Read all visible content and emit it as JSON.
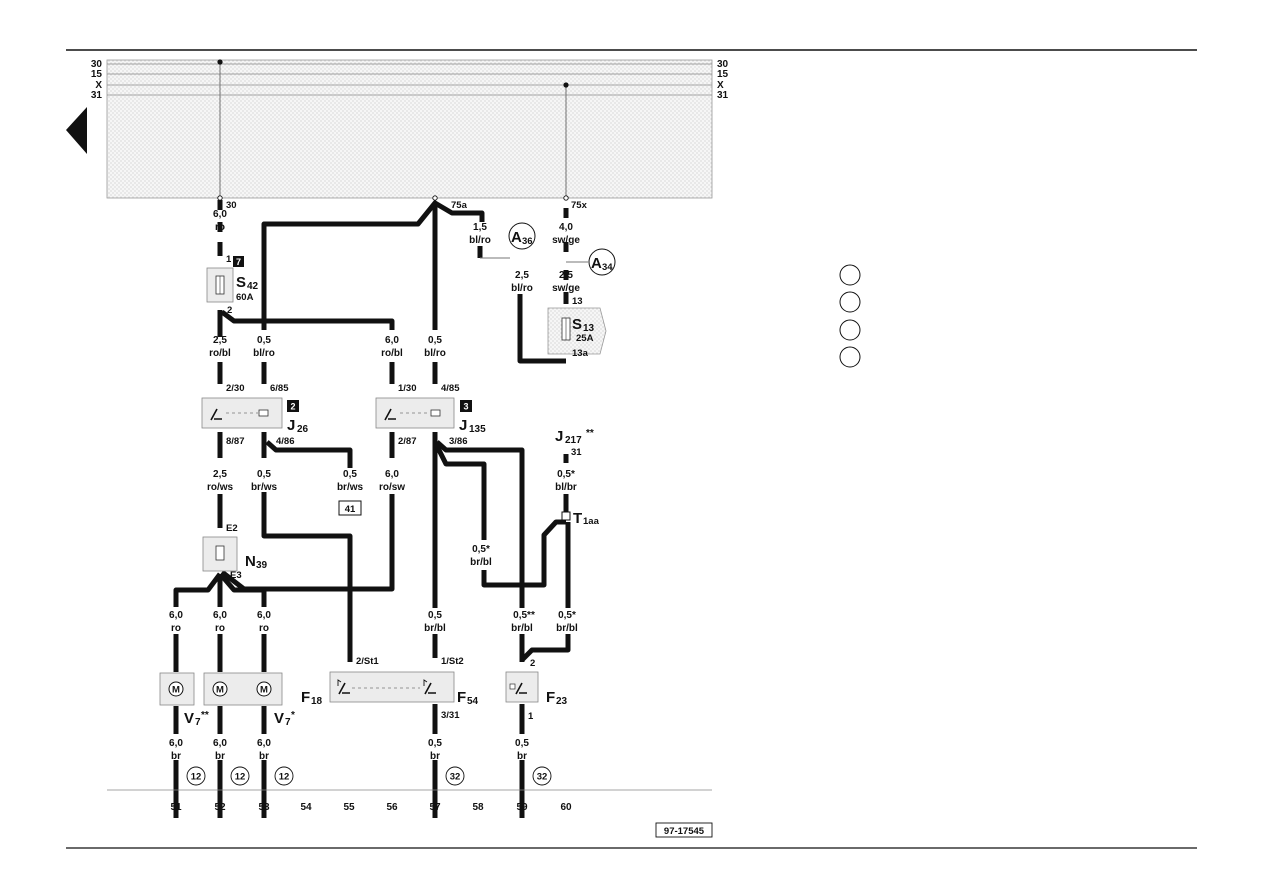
{
  "rails": [
    "30",
    "15",
    "X",
    "31"
  ],
  "ref_number": "97-17545",
  "track_numbers": [
    "51",
    "52",
    "53",
    "54",
    "55",
    "56",
    "57",
    "58",
    "59",
    "60"
  ],
  "terminals": {
    "t30": "30",
    "t75a": "75a",
    "t75x": "75x",
    "s42_in": "1",
    "s42_out": "2",
    "j26_a": "2/30",
    "j26_b": "6/85",
    "j26_c": "8/87",
    "j26_d": "4/86",
    "j135_a": "1/30",
    "j135_b": "4/85",
    "j135_c": "2/87",
    "j135_d": "3/86",
    "n39_in": "E2",
    "n39_out": "E3",
    "s13_in": "13",
    "s13_out": "13a",
    "j217_pin": "31",
    "f18_pin": "2/St1",
    "f54_in": "1/St2",
    "f54_out": "3/31",
    "f23_in": "2",
    "f23_out": "1"
  },
  "wires": {
    "w_30": [
      "6,0",
      "ro"
    ],
    "w_s42_j26": [
      "2,5",
      "ro/bl"
    ],
    "w_j26_85": [
      "0,5",
      "bl/ro"
    ],
    "w_j135_30": [
      "6,0",
      "ro/bl"
    ],
    "w_j135_85": [
      "0,5",
      "bl/ro"
    ],
    "w_75a_a36": [
      "1,5",
      "bl/ro"
    ],
    "w_a36_s13": [
      "2,5",
      "bl/ro"
    ],
    "w_75x": [
      "4,0",
      "sw/ge"
    ],
    "w_a34_s13": [
      "2,5",
      "sw/ge"
    ],
    "w_j26_87": [
      "2,5",
      "ro/ws"
    ],
    "w_j26_86": [
      "0,5",
      "br/ws"
    ],
    "w_j26_41": [
      "0,5",
      "br/ws"
    ],
    "w_j135_87": [
      "6,0",
      "ro/sw"
    ],
    "w_j217": [
      "0,5*",
      "bl/br"
    ],
    "w_t1aa_ret": [
      "0,5*",
      "br/bl"
    ],
    "w_v7a": [
      "6,0",
      "ro"
    ],
    "w_v7b": [
      "6,0",
      "ro"
    ],
    "w_v7c": [
      "6,0",
      "ro"
    ],
    "w_f54": [
      "0,5",
      "br/bl"
    ],
    "w_f23_a": [
      "0,5**",
      "br/bl"
    ],
    "w_f23_b": [
      "0,5*",
      "br/bl"
    ],
    "g51": [
      "6,0",
      "br"
    ],
    "g52": [
      "6,0",
      "br"
    ],
    "g53": [
      "6,0",
      "br"
    ],
    "g57": [
      "0,5",
      "br"
    ],
    "g59": [
      "0,5",
      "br"
    ]
  },
  "components": {
    "S42": {
      "name": "S",
      "sub": "42",
      "rating": "60A",
      "badge": "7"
    },
    "J26": {
      "name": "J",
      "sub": "26",
      "badge": "2"
    },
    "J135": {
      "name": "J",
      "sub": "135",
      "badge": "3"
    },
    "S13": {
      "name": "S",
      "sub": "13",
      "rating": "25A"
    },
    "A36": {
      "name": "A",
      "sub": "36"
    },
    "A34": {
      "name": "A",
      "sub": "34"
    },
    "J217": {
      "name": "J",
      "sub": "217",
      "sup": "**"
    },
    "T1aa": {
      "name": "T",
      "sub": "1aa"
    },
    "N39": {
      "name": "N",
      "sub": "39"
    },
    "V7a": {
      "name": "V",
      "sub": "7",
      "sup": "**"
    },
    "V7b": {
      "name": "V",
      "sub": "7",
      "sup": "*"
    },
    "F18": {
      "name": "F",
      "sub": "18"
    },
    "F54": {
      "name": "F",
      "sub": "54"
    },
    "F23": {
      "name": "F",
      "sub": "23"
    },
    "ref41": "41",
    "motor": "M"
  },
  "ground_refs": [
    "12",
    "12",
    "12",
    "32",
    "32"
  ]
}
